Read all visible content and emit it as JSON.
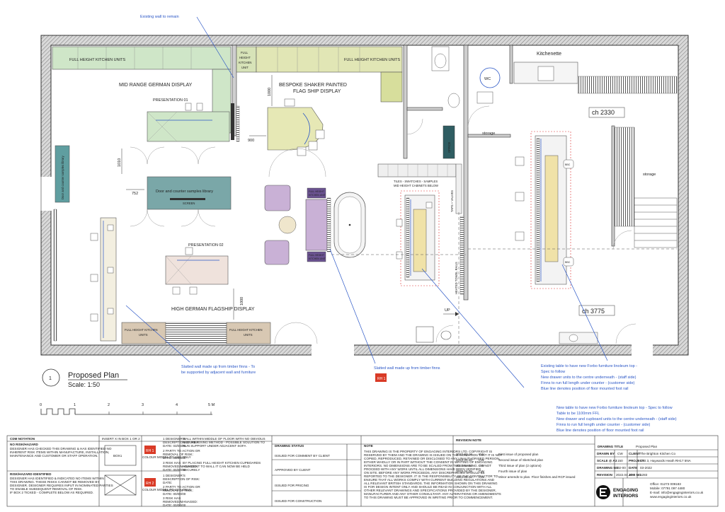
{
  "annotations": {
    "existing_wall": "Existing wall to remain",
    "slatted_wall_left": [
      "Slatted wall made up from timber finns - To",
      "be supported by adjacent wall and furniture"
    ],
    "slatted_wall_center": "Slatted wall made up from timber finns",
    "existing_table": [
      "Existing table to have new Forbo furniture linoleum top -",
      "Spec to follow",
      "New drawer units to the centre underneath - (staff side)",
      "Finns to run full length under counter - (customer side)",
      "Blue line denotes position of floor mounted foot rail"
    ],
    "new_table": [
      "New table to have new Forbo furniture linoleum top - Spec to follow",
      "Table to be 1100mm FFL",
      "New drawer and cupboard units to the centre underneath - (staff side)",
      "Finns to run full length under counter - (customer side)",
      "Blue line denotes position of floor mounted foot rail"
    ]
  },
  "rooms": {
    "full_height_top_left": "FULL HEIGHT KITCHEN UNITS",
    "full_height_tall": [
      "FULL",
      "HEIGHT",
      "KITCHEN",
      "UNIT"
    ],
    "full_height_top_mid": "FULL HEIGHT KITCHEN UNITS",
    "mid_range": "MID RANGE GERMAN DISPLAY",
    "bespoke": [
      "BESPOKE SHAKER PAINTED",
      "FLAG SHIP DISPLAY"
    ],
    "presentation_01": "PRESENTATION 01",
    "presentation_02": "PRESENTATION 02",
    "samples_library": "Door and counter samples library",
    "samples_library_side": "Door and counter samples library",
    "high_german": "HIGH GERMAN FLAGSHIP DISPLAY",
    "full_height_bottom_1": [
      "FULL HEIGHT KITCHEN",
      "UNITS"
    ],
    "full_height_bottom_2": [
      "FULL HEIGHT KITCHEN",
      "UNITS"
    ],
    "kitchenette": "Kitchenette",
    "wc": "WC",
    "storage_1": "storage",
    "storage_2": "storage",
    "ch_top": "ch 2330",
    "ch_bottom": "ch 3775",
    "tiles": [
      "TILES - SWATCHES - SAMPLES",
      "MID HEIGHT CABINETS BELOW"
    ],
    "up": "UP",
    "heated_towel": "HEATED TOWEL RAILS",
    "taps": "TAPS + VALVES",
    "office": "OFFICE",
    "rh1_tag": "RH 1",
    "fh_kitchen_unit_small": [
      "FULL HEIGHT",
      "KITCHEN UNIT"
    ],
    "screen": "SCREEN"
  },
  "dimensions": {
    "d1000_top": "1000",
    "d900": "900",
    "d1010": "1010",
    "d752": "752",
    "d1000_bottom": "1000"
  },
  "plan_title": {
    "number": "1",
    "title": "Proposed Plan",
    "scale": "Scale: 1:50"
  },
  "scale_bar": [
    "0",
    "1",
    "2",
    "3",
    "4",
    "5 M"
  ],
  "title_block": {
    "cdm_header": "CDM NOTATION",
    "insert_header": "INSERT X IN BOX 1 OR 2",
    "no_risk_header": "NO RISK/HAZARD",
    "no_risk_text": [
      "DESIGNER HAS CHECKED THIS DRAWING & HAS IDENTIFIED NO",
      "INHERENT RISK ITEMS WITHIN MANUFACTURE, INSTALLATION,",
      "MAINTENANCE AND CUSTOMER OR STAFF OPERATION."
    ],
    "risk_header": "RISK/HAZARD IDENTIFIED",
    "risk_text": [
      "DESIGNER HAS IDENTIFIED & INDICATED NO ITEMS WITHIN",
      "THIS DRAWING. THESE RISKS CANNOT BE REMOVED BY",
      "DESIGNER. DESIGNER REQUIRES INPUT IN NOMINATED PARTIES",
      "TO ENABLE SUBSEQUENT REMOVAL OF RISK.",
      "IF BOX 2 TICKED - COMPLETE BELOW AS REQUIRED."
    ],
    "box1": "BOX1",
    "rh1": "RH 1",
    "rh2": "RH 2",
    "rh1_small": "COLOUR MODEL TO USE ONLY",
    "rh2_small": "COLOUR MODEL TO USE ONLY",
    "rh1_desc": [
      "1 DESIGNER'S",
      "DESCRIPTION OF RISK:",
      "DATE: 03/04/01",
      "2 PARTY TO ACTION OR",
      "REMOVAL OF RISK:",
      "DATE: 00/00/00",
      "3 RISK HAS",
      "REMOVED/MANAGED:",
      "DATE: 00/00/00"
    ],
    "rh1_text": [
      "WALL WITHIN MIDDLE OF FLOOR WITH NO OBVIOUS",
      "SECURE FIXING METHOD - POSSIBLE SOLUTION TO",
      "RUN SUPPORT UNDER ADJACENT SOFA"
    ],
    "rh1_solution": [
      "BY PLACING FULL HEIGHT KITCHEN CUPBOARDS",
      "ADJACENT TO WALL IT CAN NOW BE HELD",
      "SECURELY"
    ],
    "rh2_desc": [
      "1 DESIGNER'S",
      "DESCRIPTION OF RISK:",
      "DATE:",
      "2 PARTY TO ACTION OR",
      "REMOVAL OF RISK:",
      "DATE: 00/00/00",
      "3 RISK HAS",
      "REMOVED/MANAGED:",
      "DATE: 00/00/00"
    ],
    "drawing_status_header": "DRAWING STATUS",
    "statuses": [
      "ISSUED FOR COMMENT BY CLIENT",
      "APPROVED BY CLIENT",
      "ISSUED FOR PRICING",
      "ISSUED FOR CONSTRUCTION"
    ],
    "note_header": "NOTE",
    "note_text": [
      "THIS DRAWING IS THE PROPERTY OF ENGAGING INTERIORS LTD. COPYRIGHT IS",
      "RESERVED BY THEM AND THE DRAWING IS ISSUED ON THE CONDITION THAT IT IS NOT",
      "COPIED, REPRODUCED, RETAINED OR DISCLOSED TO ANY UNAUTHORISED PERSON,",
      "EITHER WHOLLY OR IN PART WITHOUT THE CONSENT IN WRITING OF ENGAGING",
      "INTERIORS. NO DIMENSIONS ARE TO BE SCALED FROM THIS DRAWING. DO NOT",
      "PROCEED WITH ANY WORK UNTIL ALL DIMENSIONS HAVE BEEN VERIFIED",
      "ON SITE. BEFORE ANY WORK PROCEEDS, ANY DISCREPANCIES SHOULD BE",
      "REPORTED TO THE DESIGNER. IT IS THE RESPONSIBILITY OF THE CONTRACTOR TO",
      "ENSURE THAT ALL WORKS COMPLY WITH CURRENT BUILDING REGULATIONS AND",
      "ALL RELEVANT BRITISH STANDARDS. THE INFORMATION SHOWN ON THIS DRAWING",
      "IS FOR DESIGN INTENT ONLY AND SHOULD BE READ IN CONJUNCTION WITH ALL",
      "OTHER RELEVANT DRAWINGS AND SPECIFICATIONS PROVIDED BY THE DESIGNER,",
      "MANUFACTURER AND ANY OTHER CONSULTANT. ANY ALTERATIONS OR AMENDMENTS",
      "TO THIS DRAWING MUST BE APPROVED IN WRITING PRIOR TO COMMENCEMENT."
    ],
    "revision_header": "REVISION NOTE",
    "revisions": [
      {
        "date": "2022.03.18",
        "by": "CW",
        "note": "First issue of proposed plan"
      },
      {
        "date": "2022.03.30",
        "by": "CW",
        "note": "Second issue of Sketched plan"
      },
      {
        "date": "2022.04.01",
        "by": "CW",
        "note": "Third issue of plan (2 options)"
      },
      {
        "date": "2022.04.06",
        "by": "CW",
        "note": "Fourth issue of plan"
      },
      {
        "date": "2022.04.12",
        "by": "CW",
        "note": "Minor amends to plan. Floor finishes and RCP issued"
      }
    ],
    "drawing_title_label": "DRAWING TITLE",
    "drawing_title_value": "Proposed Plan",
    "drawn_by_label": "DRAWN BY",
    "drawn_by_value": "CW",
    "client_label": "CLIENT",
    "client_value": "The Brighton Kitchen Co",
    "scale_label": "SCALE @ A3",
    "scale_value": "150",
    "project_label": "PROJECT",
    "project_value": "Unit 3, Haywards Heath RH17 5NA",
    "drawing_no_label": "DRAWING NO",
    "drawing_no_value": "02-00",
    "date_label": "DATE",
    "date_value": "03-2022",
    "revision_label": "REVISION",
    "revision_value": "2022.04.12",
    "job_no_label": "JOB NO",
    "job_no_value": "1283",
    "company_line1": "ENGAGING",
    "company_line2": "INTERIORS",
    "contact": [
      "Office: 01273 009183",
      "Mobile: 07791 097 4480",
      "E-mail: info@engaginginteriors.co.uk",
      "www.engaginginteriors.co.uk"
    ]
  }
}
